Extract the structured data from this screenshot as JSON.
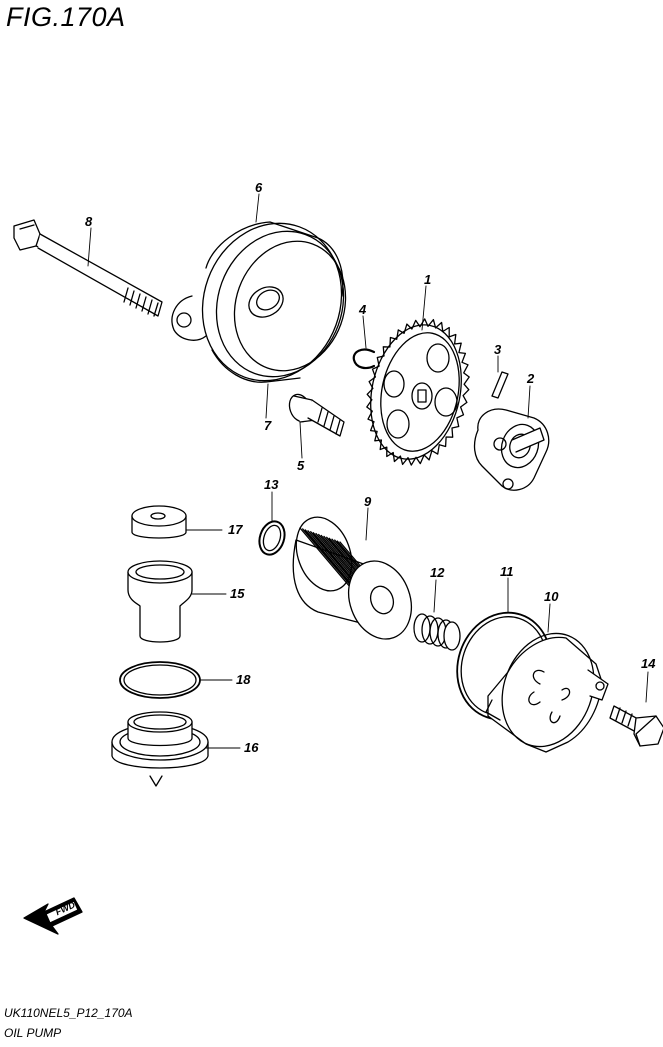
{
  "figure": {
    "title": "FIG.170A",
    "code": "UK110NEL5_P12_170A",
    "caption": "OIL PUMP",
    "fwd_label": "FWD"
  },
  "callouts": {
    "c1": "1",
    "c2": "2",
    "c3": "3",
    "c4": "4",
    "c5": "5",
    "c6": "6",
    "c7": "7",
    "c8": "8",
    "c9": "9",
    "c10": "10",
    "c11": "11",
    "c12": "12",
    "c13": "13",
    "c14": "14",
    "c15": "15",
    "c16": "16",
    "c17": "17",
    "c18": "18"
  }
}
